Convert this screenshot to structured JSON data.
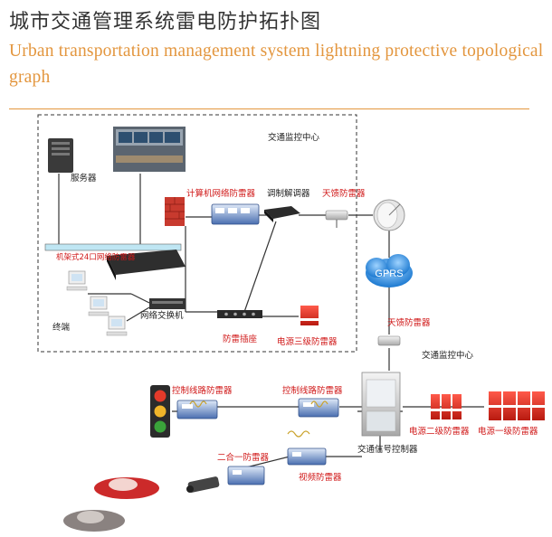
{
  "header": {
    "title_cn": "城市交通管理系统雷电防护拓扑图",
    "title_en": "Urban transportation management system lightning protective topological graph"
  },
  "labels": {
    "control_center_top": "交通监控中心",
    "server": "服务器",
    "computer_network_protector": "计算机网络防雷器",
    "modem": "调制解调器",
    "feeder_protector_1": "天馈防雷器",
    "rack_24port": "机架式24口网络防雷器",
    "terminal": "终端",
    "switch": "网络交换机",
    "lightning_socket": "防雷插座",
    "power_level3": "电源三级防雷器",
    "gprs": "GPRS",
    "feeder_protector_2": "天馈防雷器",
    "control_center_mid": "交通监控中心",
    "control_line_protector_1": "控制线路防雷器",
    "control_line_protector_2": "控制线路防雷器",
    "two_in_one_protector": "二合一防雷器",
    "video_protector": "视频防雷器",
    "signal_controller": "交通信号控制器",
    "power_level2": "电源二级防雷器",
    "power_level1": "电源一级防雷器"
  },
  "colors": {
    "accent": "#e3963e",
    "red_label": "#d01818",
    "line": "#333333"
  }
}
